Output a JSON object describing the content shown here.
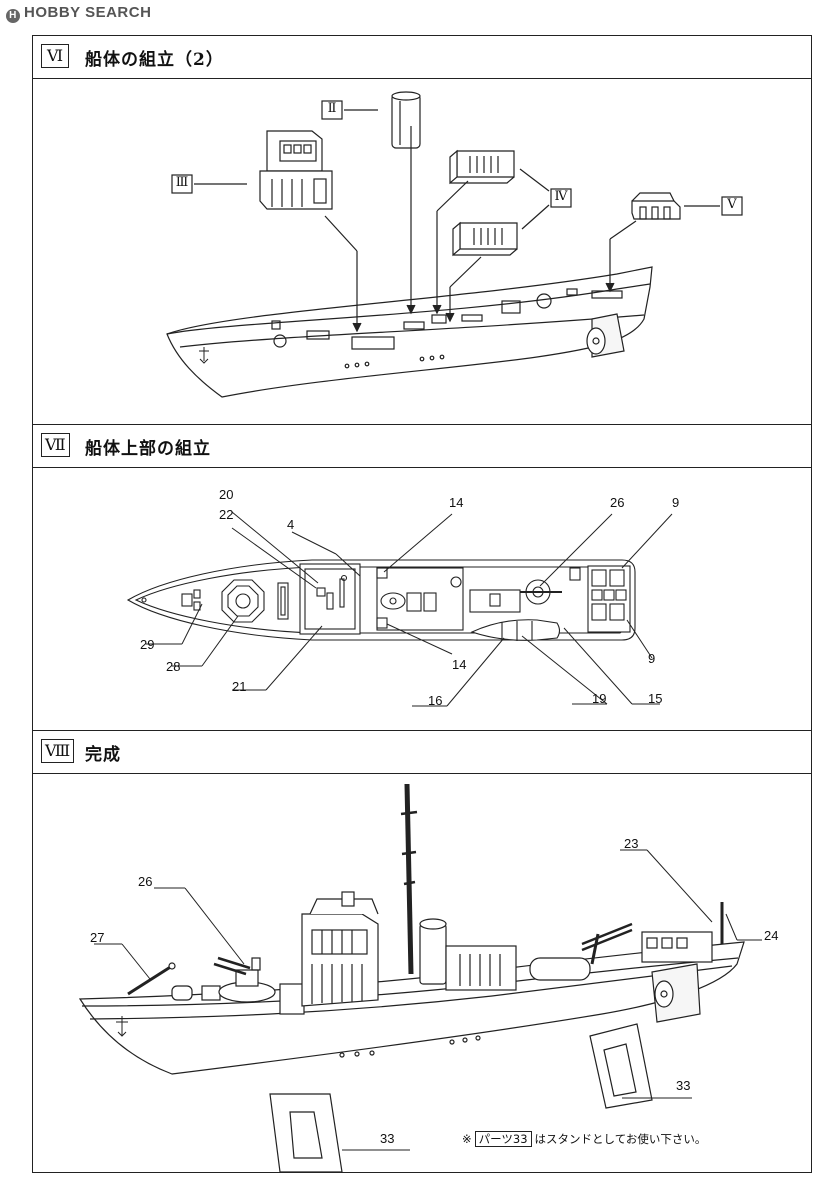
{
  "logo": {
    "mark": "H",
    "text": "HOBBY SEARCH"
  },
  "steps": [
    {
      "roman": "Ⅵ",
      "title": "船体の組立（2）"
    },
    {
      "roman": "Ⅶ",
      "title": "船体上部の組立"
    },
    {
      "roman": "Ⅷ",
      "title": "完成"
    }
  ],
  "step6": {
    "callouts": {
      "II": "Ⅱ",
      "III": "Ⅲ",
      "IV": "Ⅳ",
      "V": "Ⅴ"
    }
  },
  "step7": {
    "parts": {
      "p20": "20",
      "p22": "22",
      "p4": "4",
      "p14a": "14",
      "p26": "26",
      "p9a": "9",
      "p29": "29",
      "p28": "28",
      "p21": "21",
      "p14b": "14",
      "p9b": "9",
      "p16": "16",
      "p19": "19",
      "p15": "15"
    }
  },
  "step8": {
    "parts": {
      "p26": "26",
      "p27": "27",
      "p23": "23",
      "p24": "24",
      "p33a": "33",
      "p33b": "33"
    },
    "note": {
      "mark": "※",
      "boxed": "パーツ33",
      "text": "はスタンドとしてお使い下さい。"
    }
  }
}
